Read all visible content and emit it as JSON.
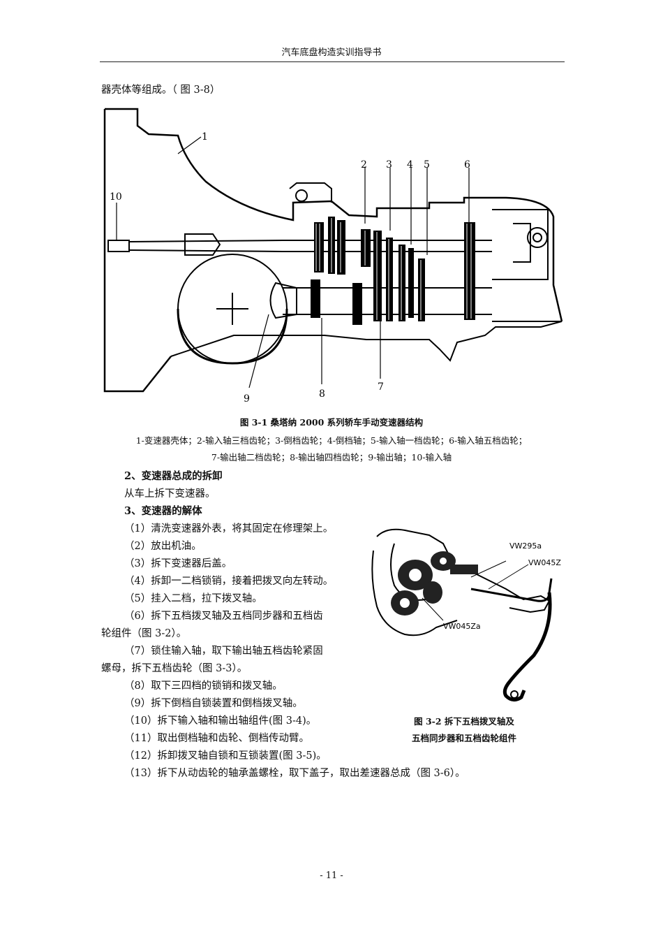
{
  "header": {
    "title": "汽车底盘构造实训指导书"
  },
  "intro_text": "器壳体等组成。（ 图 3-8）",
  "figure1": {
    "callouts": [
      "1",
      "2",
      "3",
      "4",
      "5",
      "6",
      "7",
      "8",
      "9",
      "10"
    ],
    "caption": "图 3-1 桑塔纳 2000 系列轿车手动变速器结构",
    "legend_line1": "1-变速器壳体；2-输入轴三档齿轮；3-倒档齿轮；4-倒档轴；5-输入轴一档齿轮；6-输入轴五档齿轮；",
    "legend_line2": "7-输出轴二档齿轮；8-输出轴四档齿轮；9-输出轴；10-输入轴"
  },
  "section2": {
    "heading": "2、变速器总成的拆卸",
    "text": "从车上拆下变速器。"
  },
  "section3": {
    "heading": "3、变速器的解体",
    "steps": [
      "（1）清洗变速器外表，将其固定在修理架上。",
      "（2）放出机油。",
      "（3）拆下变速器后盖。",
      "（4）拆卸一二档锁销，接着把拨叉向左转动。",
      "（5）挂入二档，拉下拨叉轴。",
      "（6）拆下五档拨叉轴及五档同步器和五档齿",
      "轮组件（图 3-2）。",
      "（7）锁住输入轴，取下输出轴五档齿轮紧固",
      "螺母，拆下五档齿轮（图 3-3）。",
      "（8）取下三四档的锁销和拨叉轴。",
      "（9）拆下倒档自锁装置和倒档拨叉轴。",
      "（10）拆下输入轴和输出轴组件(图 3-4)。",
      "（11）取出倒档轴和齿轮、倒档传动臂。",
      "（12）拆卸拨叉轴自锁和互锁装置(图 3-5)。",
      "（13）拆下从动齿轮的轴承盖螺栓，取下盖子，取出差速器总成（图 3-6）。"
    ]
  },
  "figure2": {
    "labels": [
      "VW295a",
      "VW045Z",
      "VW045Za"
    ],
    "caption_line1": "图 3-2 拆下五档拨叉轴及",
    "caption_line2": "五档同步器和五档齿轮组件"
  },
  "footer": {
    "page_number": "- 11 -"
  }
}
